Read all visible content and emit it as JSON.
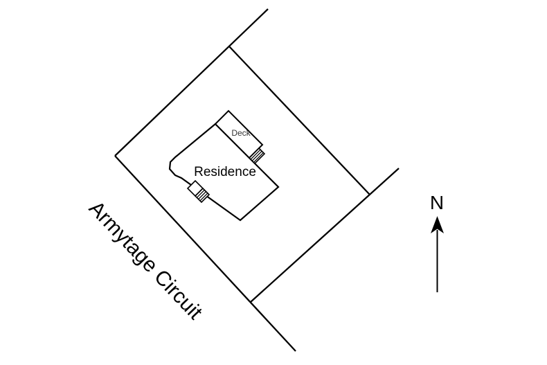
{
  "labels": {
    "street": "Armytage Circuit",
    "residence": "Residence",
    "deck": "Deck",
    "north_indicator": "N"
  },
  "colors": {
    "background": "#ffffff",
    "line": "#000000",
    "building_fill": "#ffffff",
    "deck_text": "#333333"
  }
}
